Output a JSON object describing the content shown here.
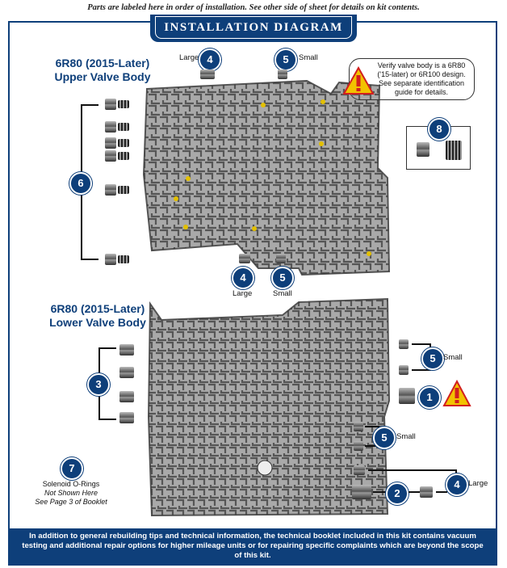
{
  "top_note": "Parts are labeled here in order of installation. See other side of sheet for details on kit contents.",
  "banner_title": "INSTALLATION DIAGRAM",
  "upper": {
    "title_line1": "6R80 (2015-Later)",
    "title_line2": "Upper Valve Body"
  },
  "lower": {
    "title_line1": "6R80 (2015-Later)",
    "title_line2": "Lower Valve Body"
  },
  "warning_note": "Verify valve body is a 6R80 ('15-later) or 6R100 design. See separate identification guide for details.",
  "labels": {
    "large": "Large",
    "small": "Small"
  },
  "badges": [
    "1",
    "2",
    "3",
    "4",
    "5",
    "6",
    "7",
    "8"
  ],
  "solenoid_note": {
    "line1": "Solenoid O-Rings",
    "line2": "Not Shown Here",
    "line3": "See Page 3 of Booklet"
  },
  "bottom_text": "In addition to general rebuilding tips and technical information, the technical booklet included in this kit contains vacuum testing and additional repair options for higher mileage units or for repairing specific complaints which are beyond the scope of this kit.",
  "colors": {
    "brand_blue": "#0e3f7a",
    "warning_yellow": "#f2c200",
    "warning_red": "#d21f1f"
  }
}
